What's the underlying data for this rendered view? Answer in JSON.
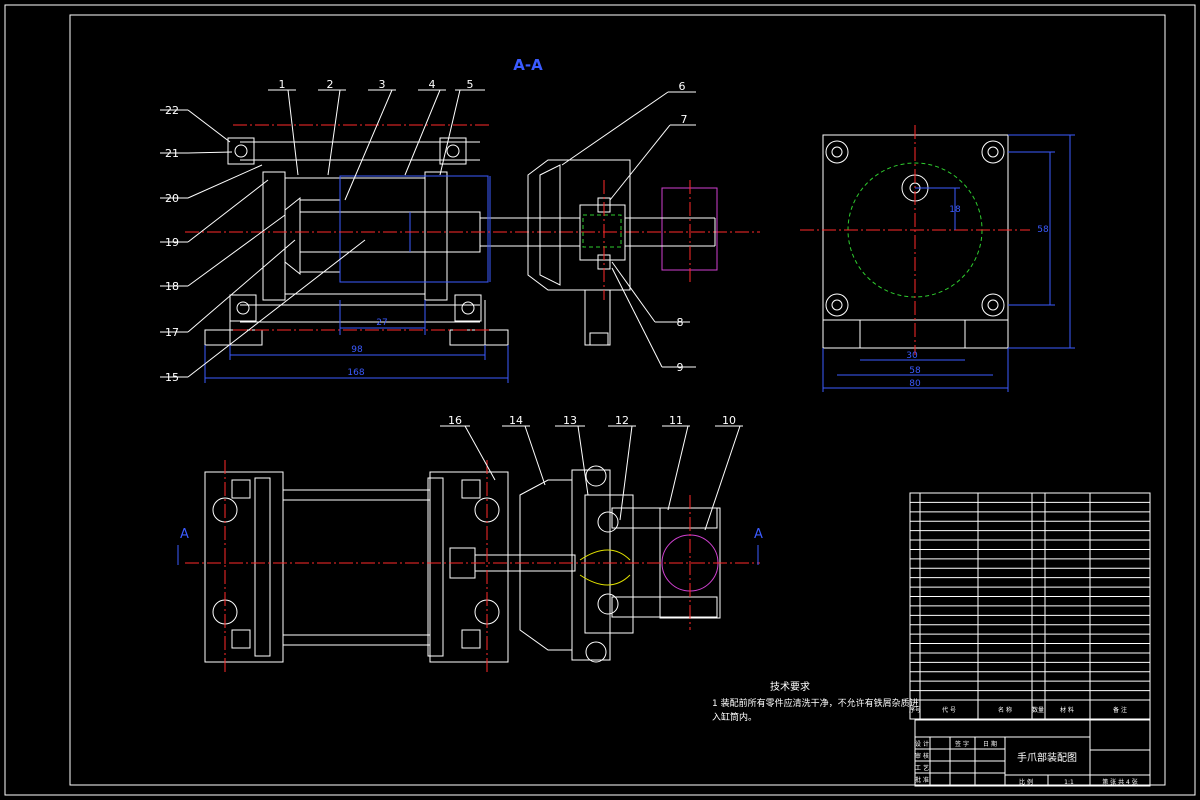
{
  "section_label": "A-A",
  "section_marks": [
    "A",
    "A"
  ],
  "part_numbers": [
    "1",
    "2",
    "3",
    "4",
    "5",
    "6",
    "7",
    "8",
    "9",
    "10",
    "11",
    "12",
    "13",
    "14",
    "15",
    "16",
    "17",
    "18",
    "19",
    "20",
    "21",
    "22"
  ],
  "dimensions": {
    "d27": "27",
    "d98": "98",
    "d168": "168",
    "d30": "30",
    "d58": "58",
    "d80": "80",
    "d_v58": "58",
    "d_v18": "18"
  },
  "tech_requirements": {
    "title": "技术要求",
    "line1": "1 装配前所有零件应清洗干净，不允许有铁屑杂质进",
    "line2": "入缸筒内。"
  },
  "title_block": {
    "drawing_name": "手爪部装配图",
    "scale_label": "比 例",
    "scale_value": "1:1",
    "sheet_info": "第 张 共 4 张",
    "h_seq": "序号",
    "h_code": "代 号",
    "h_name": "名 称",
    "h_qty": "数量",
    "h_material": "材 料",
    "h_note": "备 注",
    "sign_labels": [
      "设 计",
      "审 核",
      "工 艺",
      "批 准"
    ],
    "sign_cols": [
      "签 字",
      "日 期"
    ]
  }
}
